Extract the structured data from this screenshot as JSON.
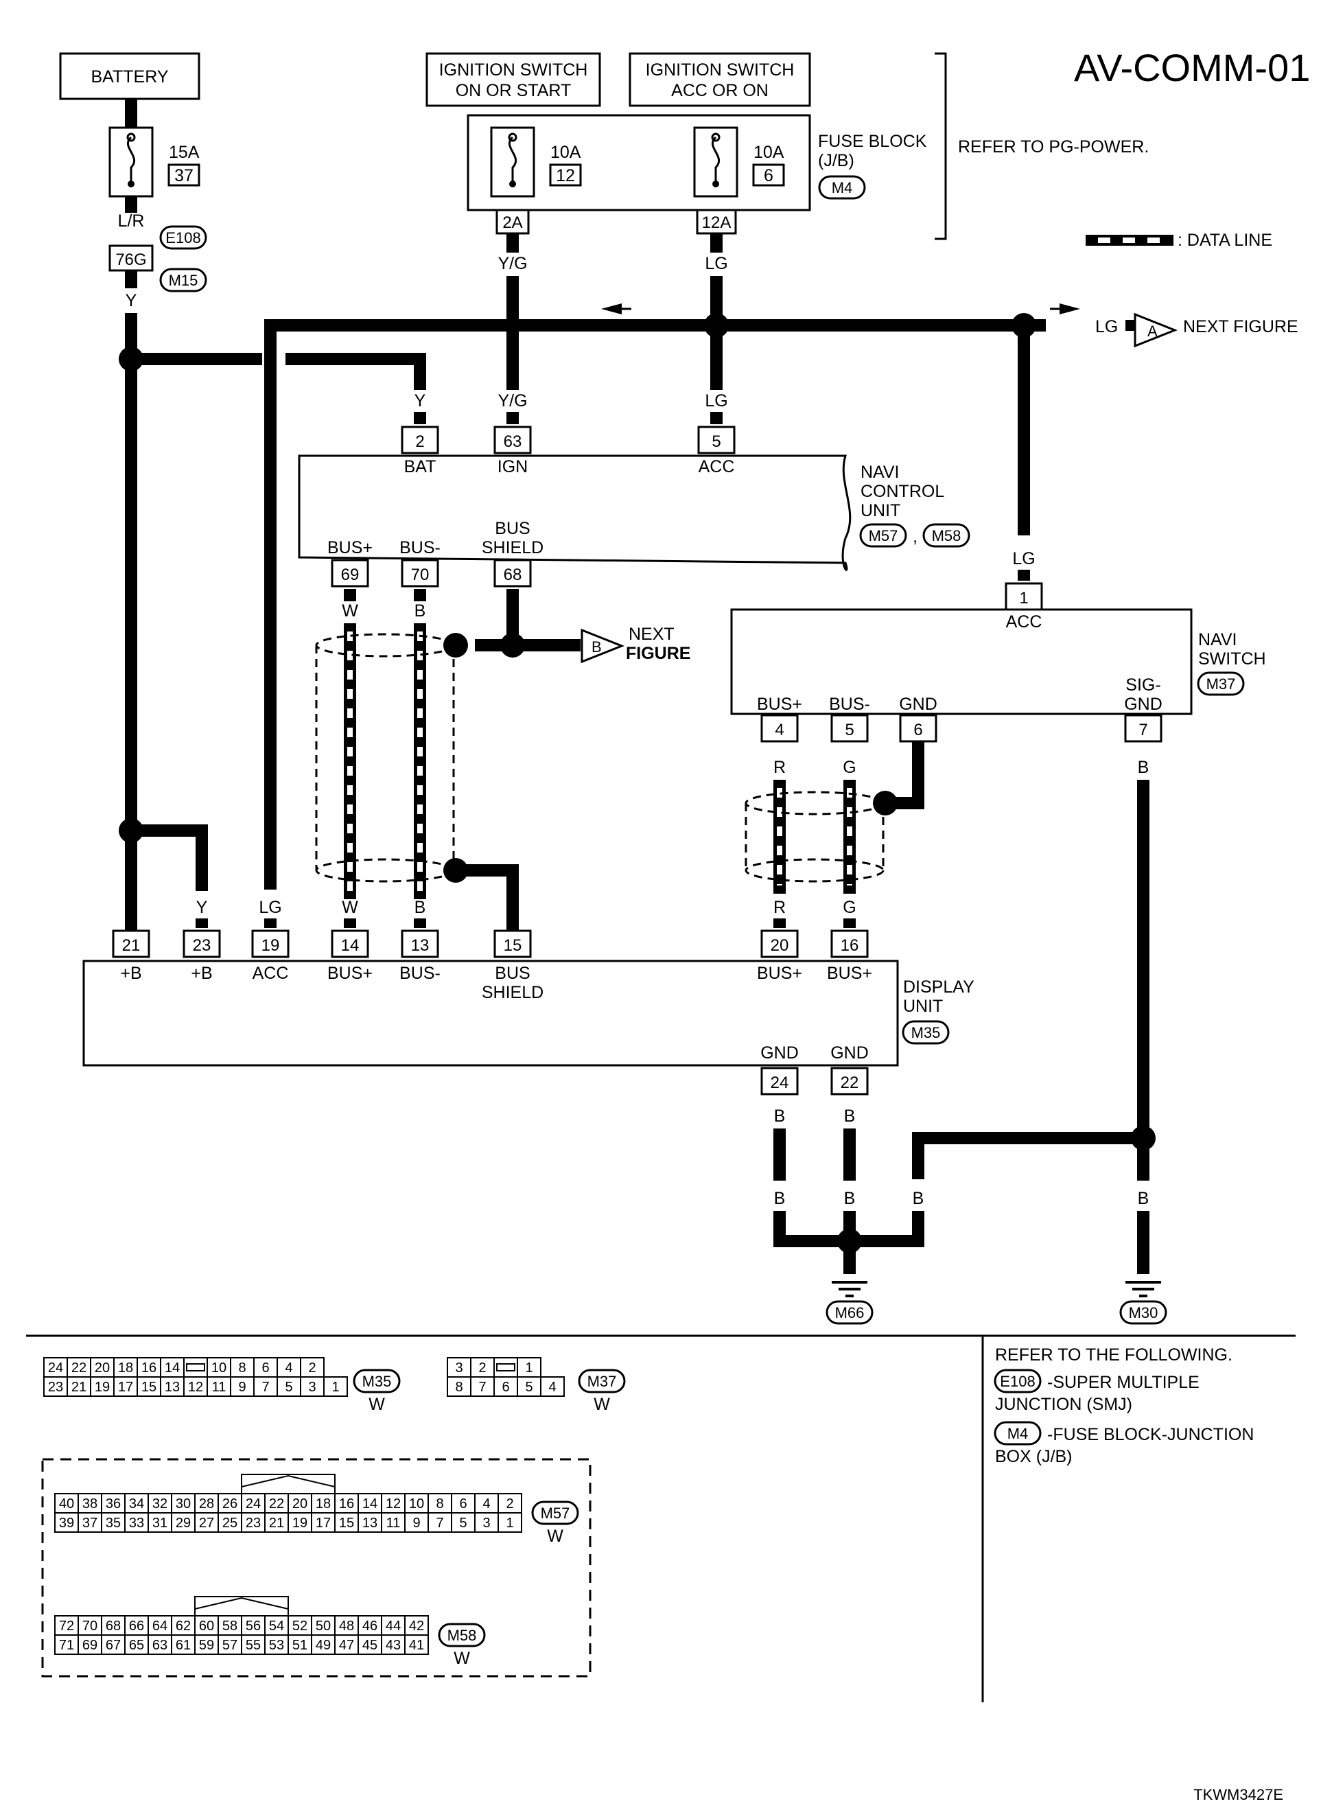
{
  "title": "AV-COMM-01",
  "diagram_id": "TKWM3427E",
  "power_sources": {
    "battery": "BATTERY",
    "ign1": "IGNITION SWITCH ON OR START",
    "ign1_line1": "IGNITION SWITCH",
    "ign1_line2": "ON OR START",
    "ign2_line1": "IGNITION SWITCH",
    "ign2_line2": "ACC OR ON"
  },
  "fuses": [
    {
      "amp": "15A",
      "num": "37"
    },
    {
      "amp": "10A",
      "num": "12"
    },
    {
      "amp": "10A",
      "num": "6"
    }
  ],
  "fuse_block": {
    "line1": "FUSE BLOCK",
    "line2": "(J/B)",
    "connector": "M4",
    "refer": "REFER TO PG-POWER."
  },
  "legend": {
    "data_line": ": DATA LINE"
  },
  "connectors": {
    "e108": "E108",
    "m15": "M15",
    "m4": "M4",
    "m57": "M57",
    "m58": "M58",
    "m37": "M37",
    "m35": "M35",
    "m66": "M66",
    "m30": "M30",
    "pin_76g": "76G",
    "pin_2a": "2A",
    "pin_12a": "12A"
  },
  "wire_colors": {
    "lr": "L/R",
    "y": "Y",
    "yg": "Y/G",
    "lg": "LG",
    "w": "W",
    "b": "B",
    "r": "R",
    "g": "G"
  },
  "next_figure": {
    "a": "A",
    "b": "B",
    "next": "NEXT",
    "figure": "FIGURE",
    "next_figure": "NEXT FIGURE"
  },
  "navi_control_unit": {
    "line1": "NAVI",
    "line2": "CONTROL",
    "line3": "UNIT",
    "comma": ",",
    "pins": [
      {
        "num": "2",
        "label": "BAT"
      },
      {
        "num": "63",
        "label": "IGN"
      },
      {
        "num": "5",
        "label": "ACC"
      },
      {
        "num": "69",
        "label": "BUS+"
      },
      {
        "num": "70",
        "label": "BUS-"
      },
      {
        "num": "68",
        "label": "BUS SHIELD"
      }
    ],
    "bus_line1": "BUS",
    "shield_line2": "SHIELD"
  },
  "navi_switch": {
    "line1": "NAVI",
    "line2": "SWITCH",
    "pins": [
      {
        "num": "1",
        "label": "ACC"
      },
      {
        "num": "4",
        "label": "BUS+"
      },
      {
        "num": "5",
        "label": "BUS-"
      },
      {
        "num": "6",
        "label": "GND"
      },
      {
        "num": "7",
        "label": "SIG-GND"
      }
    ],
    "sig_line1": "SIG-",
    "sig_line2": "GND"
  },
  "display_unit": {
    "line1": "DISPLAY",
    "line2": "UNIT",
    "pins": [
      {
        "num": "21",
        "label": "+B"
      },
      {
        "num": "23",
        "label": "+B"
      },
      {
        "num": "19",
        "label": "ACC"
      },
      {
        "num": "14",
        "label": "BUS+"
      },
      {
        "num": "13",
        "label": "BUS-"
      },
      {
        "num": "15",
        "label": "BUS SHIELD"
      },
      {
        "num": "20",
        "label": "BUS+"
      },
      {
        "num": "16",
        "label": "BUS+"
      },
      {
        "num": "24",
        "label": "GND"
      },
      {
        "num": "22",
        "label": "GND"
      }
    ],
    "bus_line1": "BUS",
    "shield_line2": "SHIELD"
  },
  "connector_views": {
    "m35": {
      "top": [
        "24",
        "22",
        "20",
        "18",
        "16",
        "14",
        "",
        "10",
        "8",
        "6",
        "4",
        "2"
      ],
      "bottom": [
        "23",
        "21",
        "19",
        "17",
        "15",
        "13",
        "12",
        "11",
        "9",
        "7",
        "5",
        "3",
        "1"
      ],
      "color": "W"
    },
    "m37": {
      "top": [
        "3",
        "2",
        "",
        "1"
      ],
      "bottom": [
        "8",
        "7",
        "6",
        "5",
        "4"
      ],
      "color": "W"
    },
    "m57": {
      "top": [
        "40",
        "38",
        "36",
        "34",
        "32",
        "30",
        "28",
        "26",
        "24",
        "22",
        "20",
        "18",
        "16",
        "14",
        "12",
        "10",
        "8",
        "6",
        "4",
        "2"
      ],
      "bottom": [
        "39",
        "37",
        "35",
        "33",
        "31",
        "29",
        "27",
        "25",
        "23",
        "21",
        "19",
        "17",
        "15",
        "13",
        "11",
        "9",
        "7",
        "5",
        "3",
        "1"
      ],
      "color": "W"
    },
    "m58": {
      "top": [
        "72",
        "70",
        "68",
        "66",
        "64",
        "62",
        "60",
        "58",
        "56",
        "54",
        "52",
        "50",
        "48",
        "46",
        "44",
        "42"
      ],
      "bottom": [
        "71",
        "69",
        "67",
        "65",
        "63",
        "61",
        "59",
        "57",
        "55",
        "53",
        "51",
        "49",
        "47",
        "45",
        "43",
        "41"
      ],
      "color": "W"
    }
  },
  "references": {
    "header": "REFER TO THE FOLLOWING.",
    "e108_line1": "-SUPER MULTIPLE",
    "e108_line2": "JUNCTION (SMJ)",
    "m4_line1": "-FUSE BLOCK-JUNCTION",
    "m4_line2": "BOX (J/B)"
  }
}
